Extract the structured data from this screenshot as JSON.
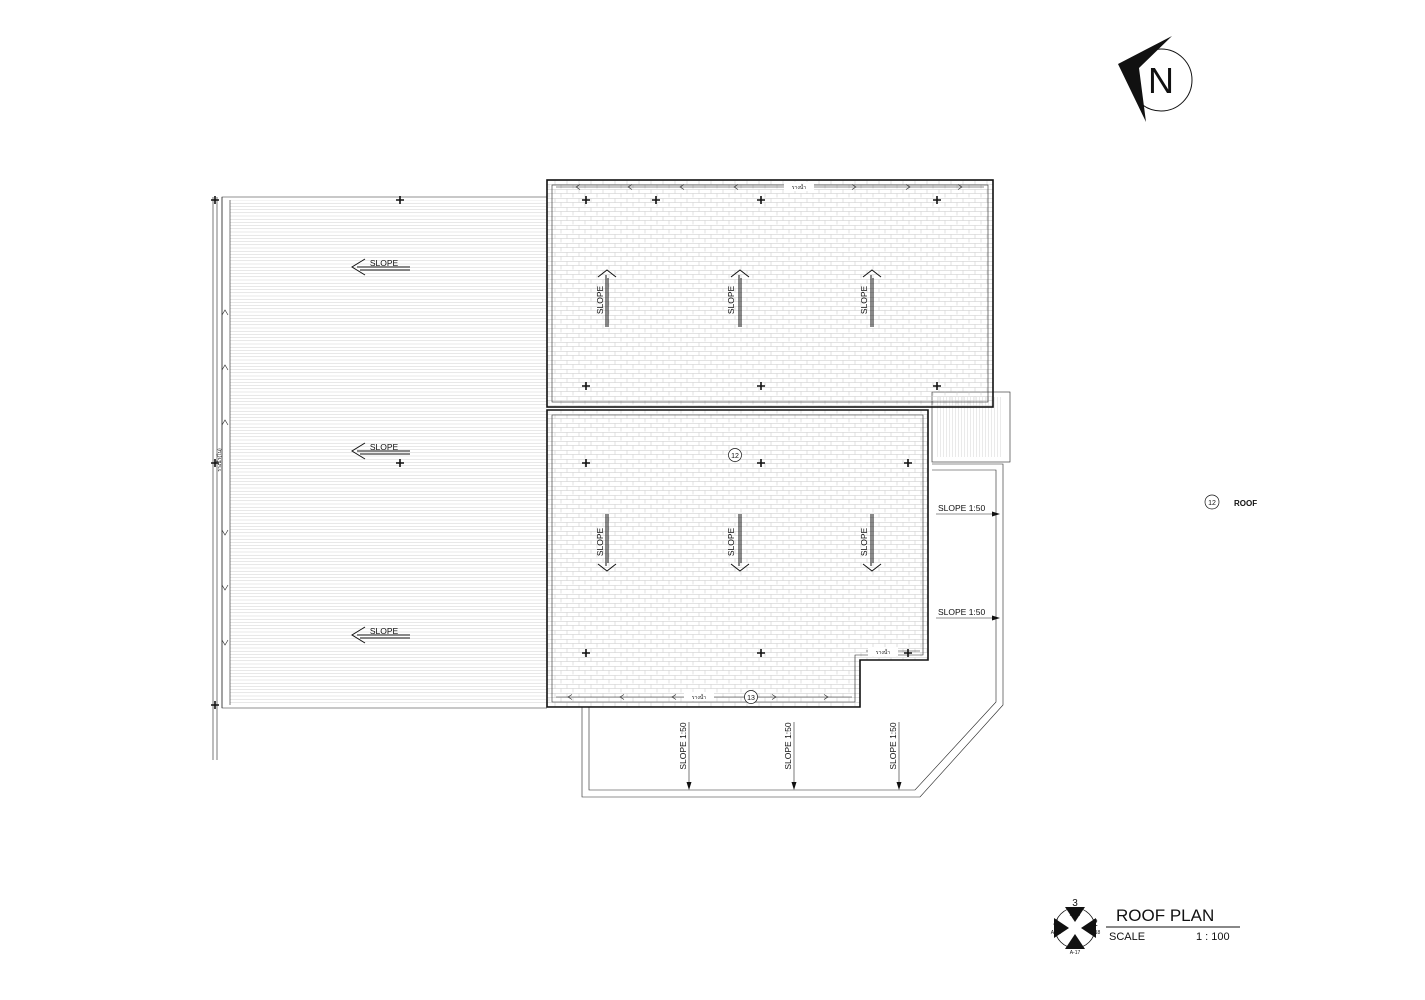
{
  "north_label": "N",
  "roof_labels": {
    "slope": "SLOPE",
    "slope_ratio": "SLOPE 1:50",
    "gutter": "รางน้ำ",
    "gutter_left": "รางน้ำ(ใน)",
    "tag_12": "12",
    "tag_13": "13"
  },
  "legend": {
    "tag": "12",
    "text": "ROOF"
  },
  "title_block": {
    "title": "ROOF PLAN",
    "scale_label": "SCALE",
    "scale_value": "1 : 100",
    "marker_numbers": {
      "top": "3",
      "right": "2",
      "bottom": "1",
      "left": "4"
    },
    "marker_refs": {
      "top": "A-19",
      "right": "A-18",
      "bottom": "A-17",
      "left": "A-20"
    }
  },
  "colors": {
    "line": "#111111",
    "hatch": "#bbbbbb",
    "background": "#ffffff"
  }
}
